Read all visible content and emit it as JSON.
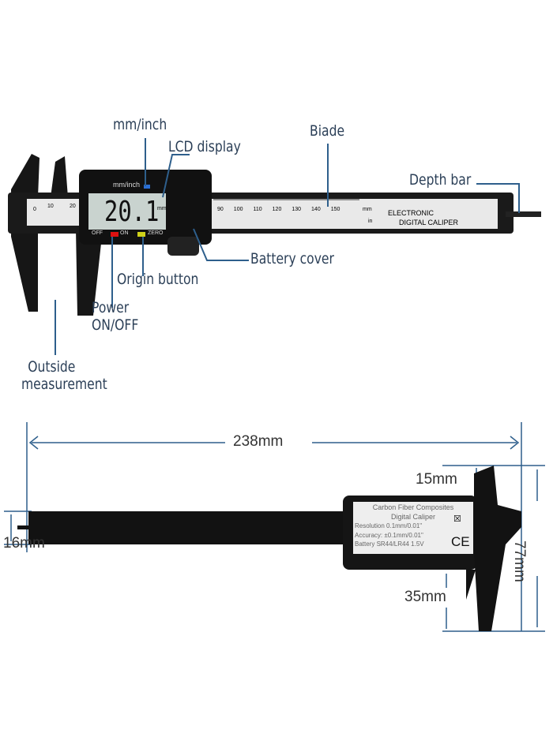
{
  "callouts": {
    "mm_inch": "mm/inch",
    "lcd_display": "LCD display",
    "blade": "Biade",
    "depth_bar": "Depth bar",
    "battery_cover": "Battery cover",
    "origin_button": "Origin button",
    "power": "Power\nON/OFF",
    "power_line1": "Power",
    "power_line2": "ON/OFF",
    "outside_line1": "Outside",
    "outside_line2": "measurement"
  },
  "caliper": {
    "display_header": "mm/inch",
    "reading": "20.1",
    "unit": "mm",
    "off_label": "OFF",
    "on_label": "ON",
    "zero_label": "ZERO",
    "brand_line1": "ELECTRONIC",
    "brand_line2": "DIGITAL CALIPER",
    "scale_mm_unit": "mm",
    "scale_in_unit": "in",
    "scale_left": [
      "0",
      "10",
      "20"
    ],
    "scale_right": [
      "90",
      "100",
      "110",
      "120",
      "130",
      "140",
      "150"
    ]
  },
  "dimensions": {
    "length": "238mm",
    "height": "77mm",
    "jaw_top": "15mm",
    "jaw_bottom": "35mm",
    "beam_width": "16mm"
  },
  "label": {
    "line1": "Carbon Fiber Composites",
    "line2": "Digital Caliper",
    "resolution": "Resolution 0.1mm/0.01\"",
    "accuracy": "Accuracy: ±0.1mm/0.01\"",
    "battery": "Battery  SR44/LR44 1.5V",
    "ce_mark": "CE"
  },
  "colors": {
    "callout": "#2b3f57",
    "line": "#2e5f8c",
    "body": "#141414",
    "lcd": "#c9d3cf"
  }
}
